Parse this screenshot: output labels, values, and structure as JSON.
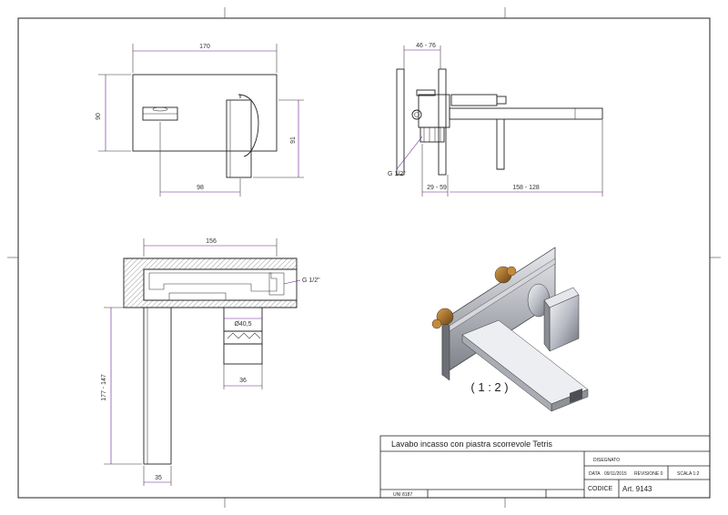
{
  "title_block": {
    "title": "Lavabo incasso con piastra scorrevole Tetris",
    "disegnato": "DISEGNATO",
    "data_label": "DATA",
    "data_value": "09/11/2015",
    "revisione": "REVISIONE 0",
    "scala": "SCALA  1:2",
    "codice_label": "CODICE",
    "codice_value": "Art. 9143",
    "uni": "UNI 8187"
  },
  "front_view": {
    "width": "170",
    "height_left": "90",
    "height_right": "91",
    "offset": "98"
  },
  "side_view": {
    "top": "46 - 76",
    "thread": "G 1/2\"",
    "depth": "29 - 59",
    "spout": "158 - 128"
  },
  "section_view": {
    "width": "156",
    "thread": "G 1/2\"",
    "spout_len": "177 - 147",
    "spout_w": "35"
  },
  "detail_view": {
    "diameter": "Ø40,5",
    "width": "36"
  },
  "iso_view": {
    "scale_label": "( 1 : 2 )"
  }
}
